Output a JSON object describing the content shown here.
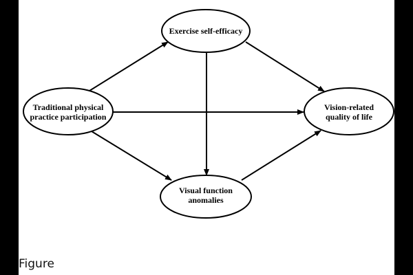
{
  "diagram": {
    "nodes": [
      {
        "id": "tpp",
        "lines": [
          "Traditional physical",
          "practice participation"
        ]
      },
      {
        "id": "ese",
        "lines": [
          "Exercise self-efficacy"
        ]
      },
      {
        "id": "vfa",
        "lines": [
          "Visual function",
          "anomalies"
        ]
      },
      {
        "id": "vrq",
        "lines": [
          "Vision-related",
          "quality of life"
        ]
      }
    ],
    "edges": [
      {
        "from": "tpp",
        "to": "ese"
      },
      {
        "from": "tpp",
        "to": "vrq"
      },
      {
        "from": "tpp",
        "to": "vfa"
      },
      {
        "from": "ese",
        "to": "vfa"
      },
      {
        "from": "ese",
        "to": "vrq"
      },
      {
        "from": "vfa",
        "to": "vrq"
      }
    ],
    "colors": {
      "stroke": "#000000",
      "fill": "#ffffff"
    }
  },
  "caption": "Figure"
}
